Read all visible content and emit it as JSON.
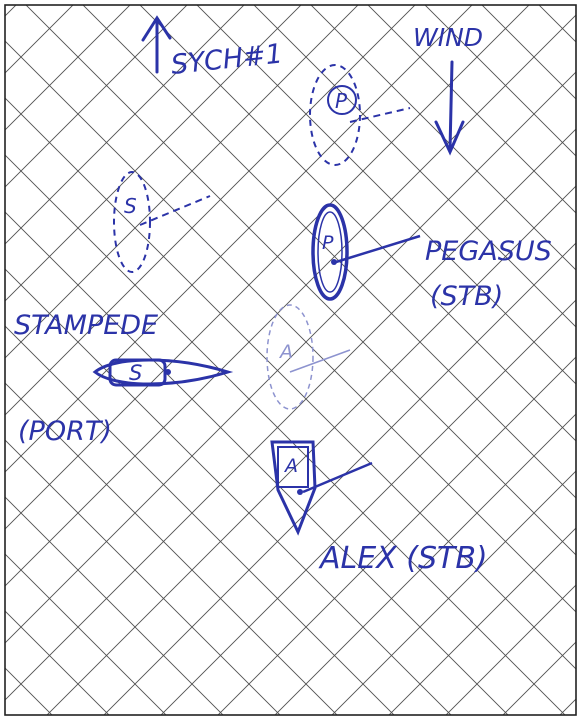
{
  "labels": {
    "sych": "SYCH#1",
    "wind": "WIND",
    "pegasus": "PEGASUS",
    "pegasus_tack": "(STB)",
    "stampede": "STAMPEDE",
    "stampede_tack": "(PORT)",
    "alex": "ALEX (STB)"
  },
  "boat_letters": {
    "pegasus_ghost": "P",
    "pegasus": "P",
    "stampede_ghost": "S",
    "stampede": "S",
    "alex_ghost": "A",
    "alex": "A"
  },
  "colors": {
    "ink": "#2b33a8",
    "ink_faint": "#8d93cf",
    "grid": "#505050",
    "border": "#222222"
  },
  "icons": {
    "course_arrow": "arrow-up-icon",
    "wind_arrow": "arrow-down-icon"
  }
}
